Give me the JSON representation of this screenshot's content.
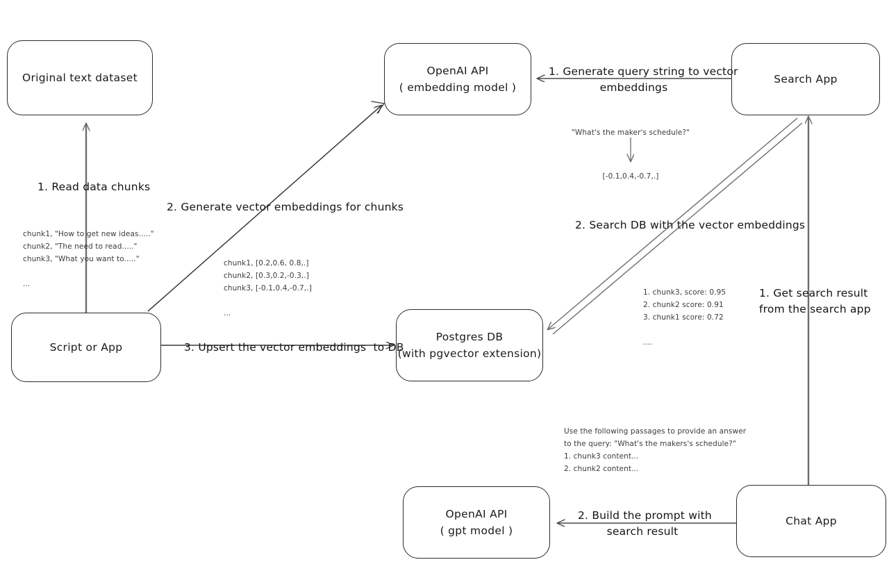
{
  "diagram": {
    "title": "Vector search RAG architecture",
    "stroke_color": "#2b2b2b",
    "text_color": "#1a1a1a",
    "note_color": "#3b3b3b",
    "background": "#ffffff"
  },
  "nodes": {
    "original_dataset": {
      "line1": "Original text dataset",
      "line2": ""
    },
    "script_or_app": {
      "line1": "Script or App",
      "line2": ""
    },
    "openai_embedding": {
      "line1": "OpenAI API",
      "line2": "( embedding model )"
    },
    "postgres_db": {
      "line1": "Postgres DB",
      "line2": "(with pgvector extension)"
    },
    "search_app": {
      "line1": "Search App",
      "line2": ""
    },
    "chat_app": {
      "line1": "Chat App",
      "line2": ""
    },
    "openai_gpt": {
      "line1": "OpenAI API",
      "line2": "( gpt model )"
    }
  },
  "edge_labels": {
    "read_data_chunks": "1. Read data chunks",
    "generate_vector_embeddings": "2. Generate vector embeddings for chunks",
    "upsert_to_db": "3. Upsert the vector embeddings  to DB",
    "generate_query_string": "1. Generate query string to vector\nembeddings",
    "search_db": "2. Search DB with the vector embeddings",
    "get_search_result": "1. Get search result\nfrom the search app",
    "build_prompt": "2. Build the prompt with\nsearch result"
  },
  "notes": {
    "chunks_sample": "chunk1, \"How to get new ideas.....\"\nchunk2, \"The need to read.....\"\nchunk3, \"What you want to.....\"\n\n...",
    "chunk_vectors": "chunk1, [0.2,0.6, 0.8,.]\nchunk2, [0.3,0.2,-0.3,.]\nchunk3, [-0.1,0.4,-0.7,.]\n\n...",
    "query_string": "\"What's the maker's schedule?\"",
    "query_vector": "[-0.1,0.4,-0.7,.]",
    "search_results": "1. chunk3, score: 0.95\n2. chunk2 score: 0.91\n3. chunk1 score: 0.72\n\n....",
    "prompt_sample": "Use the following passages to provide an answer\nto the query: \"What's the makers's schedule?\"\n1. chunk3 content...\n2. chunk2 content..."
  }
}
